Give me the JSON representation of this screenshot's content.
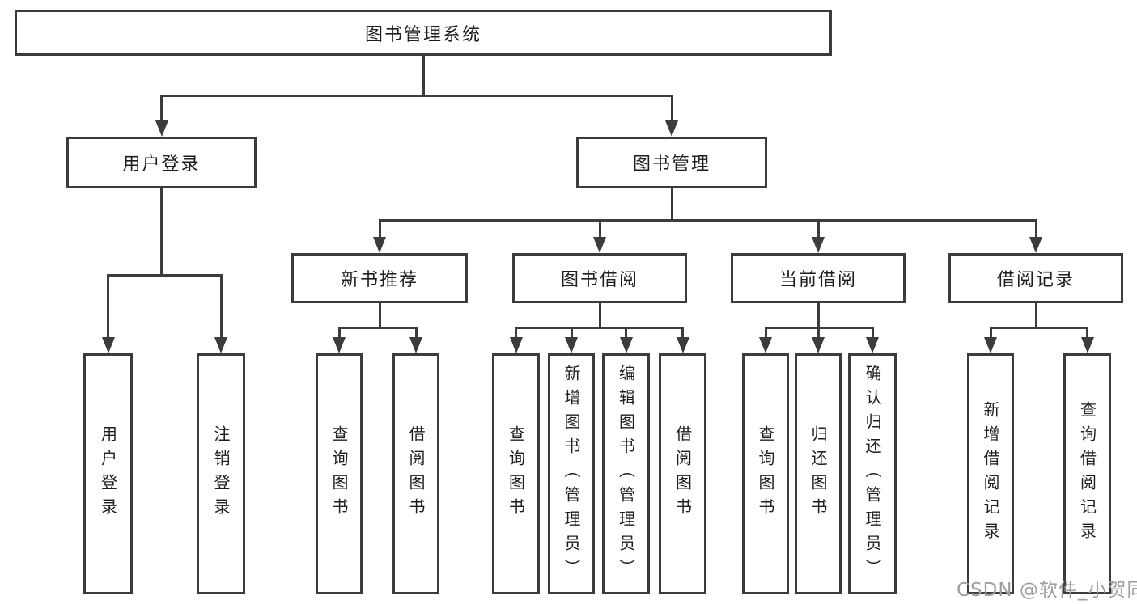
{
  "diagram": {
    "title": "图书管理系统",
    "watermark": "CSDN @软件_小贺同学",
    "colors": {
      "line": "#3c3c3c",
      "box_border": "#3c3c3c",
      "box_background": "#ffffff",
      "text": "#1e1e1e",
      "watermark": "#9e9e9e",
      "page_background": "#ffffff"
    },
    "nodes": [
      {
        "id": "root",
        "label": "图书管理系统",
        "level": 0,
        "orientation": "horizontal"
      },
      {
        "id": "user-login",
        "label": "用户登录",
        "level": 1,
        "orientation": "horizontal"
      },
      {
        "id": "book-mgmt",
        "label": "图书管理",
        "level": 1,
        "orientation": "horizontal"
      },
      {
        "id": "new-book-rec",
        "label": "新书推荐",
        "level": 2,
        "orientation": "horizontal"
      },
      {
        "id": "book-borrow",
        "label": "图书借阅",
        "level": 2,
        "orientation": "horizontal"
      },
      {
        "id": "current-borrow",
        "label": "当前借阅",
        "level": 2,
        "orientation": "horizontal"
      },
      {
        "id": "borrow-records",
        "label": "借阅记录",
        "level": 2,
        "orientation": "horizontal"
      },
      {
        "id": "leaf-user-login",
        "label": "用户登录",
        "level": 3,
        "orientation": "vertical"
      },
      {
        "id": "leaf-logout",
        "label": "注销登录",
        "level": 3,
        "orientation": "vertical"
      },
      {
        "id": "leaf-nb-query",
        "label": "查询图书",
        "level": 3,
        "orientation": "vertical"
      },
      {
        "id": "leaf-nb-borrow",
        "label": "借阅图书",
        "level": 3,
        "orientation": "vertical"
      },
      {
        "id": "leaf-bb-query",
        "label": "查询图书",
        "level": 3,
        "orientation": "vertical"
      },
      {
        "id": "leaf-bb-add",
        "label": "新增图书（管理员）",
        "level": 3,
        "orientation": "vertical"
      },
      {
        "id": "leaf-bb-edit",
        "label": "编辑图书（管理员）",
        "level": 3,
        "orientation": "vertical"
      },
      {
        "id": "leaf-bb-borrow",
        "label": "借阅图书",
        "level": 3,
        "orientation": "vertical"
      },
      {
        "id": "leaf-cb-query",
        "label": "查询图书",
        "level": 3,
        "orientation": "vertical"
      },
      {
        "id": "leaf-cb-return",
        "label": "归还图书",
        "level": 3,
        "orientation": "vertical"
      },
      {
        "id": "leaf-cb-confirm",
        "label": "确认归还（管理员）",
        "level": 3,
        "orientation": "vertical"
      },
      {
        "id": "leaf-br-add",
        "label": "新增借阅记录",
        "level": 3,
        "orientation": "vertical"
      },
      {
        "id": "leaf-br-query",
        "label": "查询借阅记录",
        "level": 3,
        "orientation": "vertical"
      }
    ],
    "edges": [
      {
        "parent": "root",
        "children": [
          "user-login",
          "book-mgmt"
        ]
      },
      {
        "parent": "user-login",
        "children": [
          "leaf-user-login",
          "leaf-logout"
        ]
      },
      {
        "parent": "book-mgmt",
        "children": [
          "new-book-rec",
          "book-borrow",
          "current-borrow",
          "borrow-records"
        ]
      },
      {
        "parent": "new-book-rec",
        "children": [
          "leaf-nb-query",
          "leaf-nb-borrow"
        ]
      },
      {
        "parent": "book-borrow",
        "children": [
          "leaf-bb-query",
          "leaf-bb-add",
          "leaf-bb-edit",
          "leaf-bb-borrow"
        ]
      },
      {
        "parent": "current-borrow",
        "children": [
          "leaf-cb-query",
          "leaf-cb-return",
          "leaf-cb-confirm"
        ]
      },
      {
        "parent": "borrow-records",
        "children": [
          "leaf-br-add",
          "leaf-br-query"
        ]
      }
    ]
  }
}
